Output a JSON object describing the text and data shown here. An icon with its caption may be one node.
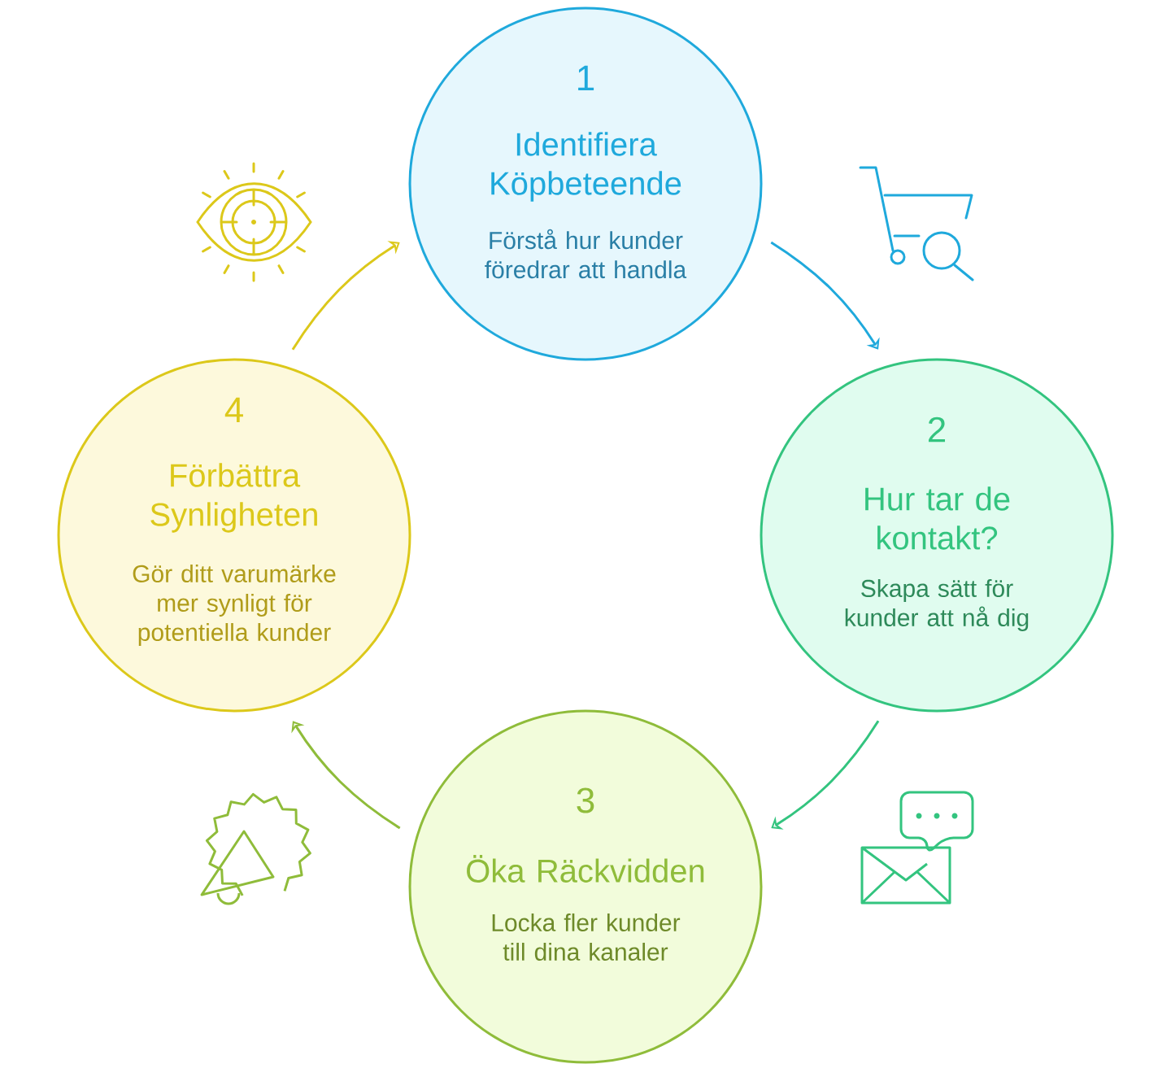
{
  "diagram": {
    "nodes": [
      {
        "text": [
          "1",
          "Identifiera Köpbeteende",
          "Förstå hur kunder föredrar att handla"
        ]
      },
      {
        "text": [
          "2",
          "Hur tar de kontakt?",
          "Skapa sätt för kunder att nå dig"
        ]
      },
      {
        "text": [
          "3",
          "Öka Räckvidden",
          "Locka fler kunder till dina kanaler"
        ]
      },
      {
        "text": [
          "4",
          "Förbättra Synligheten",
          "Gör ditt varumärke mer synligt för potentiella kunder"
        ]
      }
    ],
    "edges": [
      {
        "from": 0,
        "to": 1,
        "arrow": "to",
        "color": "#1fa9dc"
      },
      {
        "from": 1,
        "to": 2,
        "arrow": "to",
        "color": "#33c47f"
      },
      {
        "from": 2,
        "to": 3,
        "arrow": "to",
        "color": "#8fbc3a"
      },
      {
        "from": 3,
        "to": 0,
        "arrow": "to",
        "color": "#dcc81a"
      }
    ]
  }
}
